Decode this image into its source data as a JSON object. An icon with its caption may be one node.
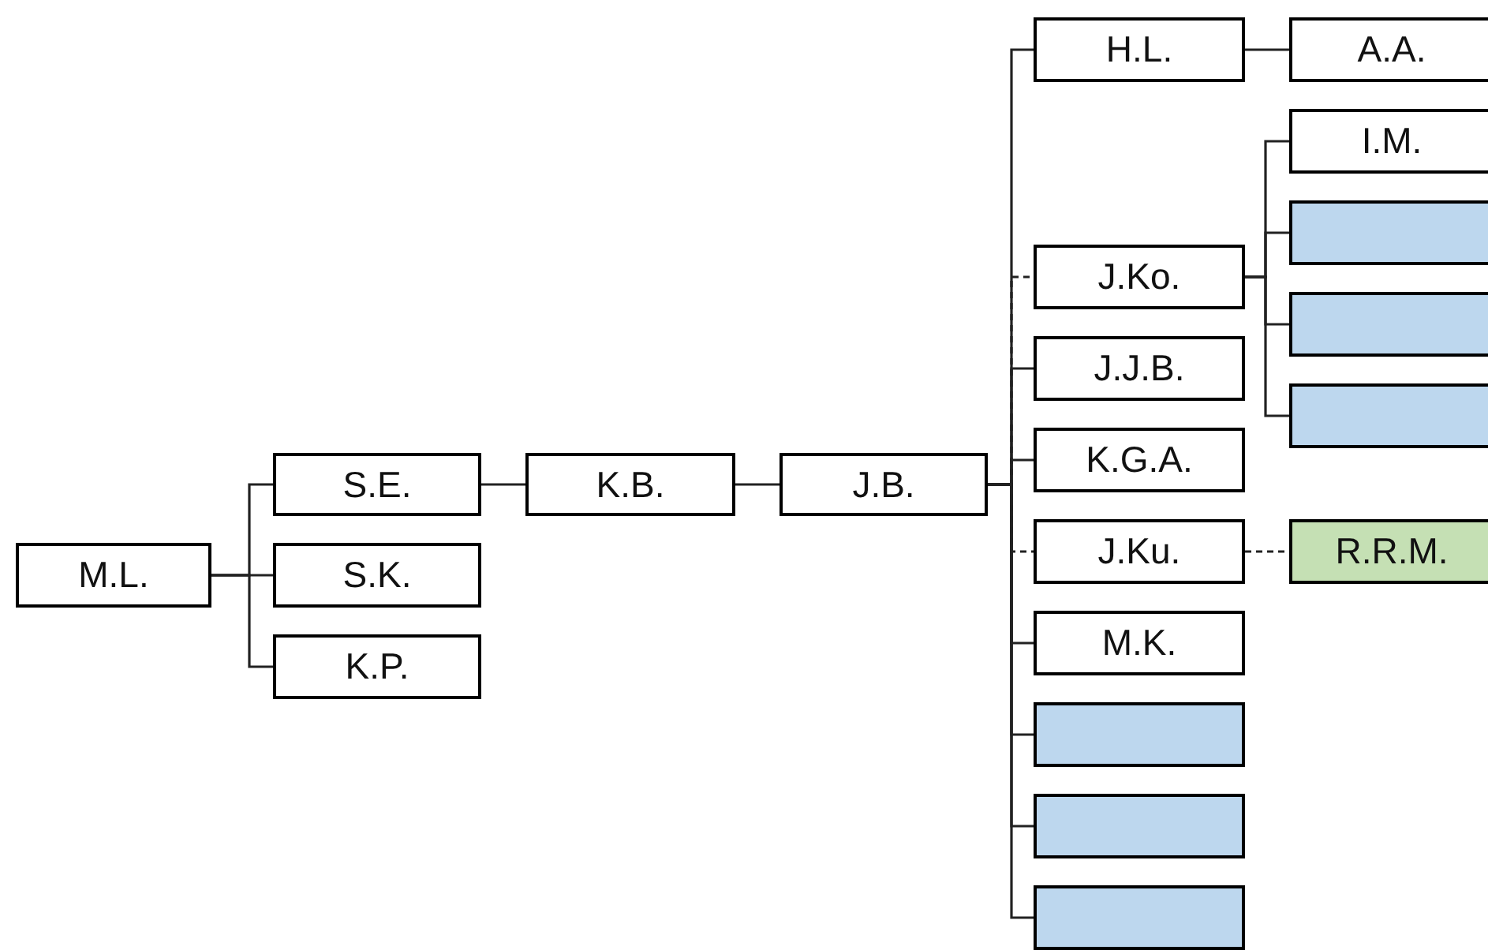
{
  "diagram": {
    "nodes": [
      {
        "text": [
          "M.L."
        ]
      },
      {
        "text": [
          "S.E."
        ]
      },
      {
        "text": [
          "S.K."
        ]
      },
      {
        "text": [
          "K.P."
        ]
      },
      {
        "text": [
          "K.B."
        ]
      },
      {
        "text": [
          "J.B."
        ]
      },
      {
        "text": [
          "H.L."
        ]
      },
      {
        "text": [
          "J.Ko."
        ]
      },
      {
        "text": [
          "J.J.B."
        ]
      },
      {
        "text": [
          "K.G.A."
        ]
      },
      {
        "text": [
          "J.Ku."
        ]
      },
      {
        "text": [
          "M.K."
        ]
      },
      {
        "text": [],
        "shape": "box"
      },
      {
        "text": [],
        "shape": "box"
      },
      {
        "text": [],
        "shape": "box"
      },
      {
        "text": [
          "A.A."
        ]
      },
      {
        "text": [
          "I.M."
        ]
      },
      {
        "text": [],
        "shape": "box"
      },
      {
        "text": [],
        "shape": "box"
      },
      {
        "text": [],
        "shape": "box"
      },
      {
        "text": [
          "R.R.M."
        ]
      }
    ],
    "edges": [
      {
        "from": 0,
        "to": 1,
        "arrow": "none"
      },
      {
        "from": 0,
        "to": 2,
        "arrow": "none"
      },
      {
        "from": 0,
        "to": 3,
        "arrow": "none"
      },
      {
        "from": 1,
        "to": 4,
        "arrow": "none"
      },
      {
        "from": 4,
        "to": 5,
        "arrow": "none"
      },
      {
        "from": 5,
        "to": 6,
        "arrow": "none"
      },
      {
        "from": 5,
        "to": 7,
        "arrow": "none",
        "style": "dashed"
      },
      {
        "from": 5,
        "to": 8,
        "arrow": "none"
      },
      {
        "from": 5,
        "to": 9,
        "arrow": "none"
      },
      {
        "from": 5,
        "to": 10,
        "arrow": "none",
        "style": "dashed"
      },
      {
        "from": 5,
        "to": 11,
        "arrow": "none"
      },
      {
        "from": 5,
        "to": 12,
        "arrow": "none"
      },
      {
        "from": 5,
        "to": 13,
        "arrow": "none"
      },
      {
        "from": 5,
        "to": 14,
        "arrow": "none"
      },
      {
        "from": 6,
        "to": 15,
        "arrow": "none"
      },
      {
        "from": 7,
        "to": 16,
        "arrow": "none"
      },
      {
        "from": 7,
        "to": 17,
        "arrow": "none"
      },
      {
        "from": 7,
        "to": 18,
        "arrow": "none"
      },
      {
        "from": 7,
        "to": 19,
        "arrow": "none"
      },
      {
        "from": 10,
        "to": 20,
        "arrow": "none",
        "style": "dashed"
      }
    ]
  }
}
